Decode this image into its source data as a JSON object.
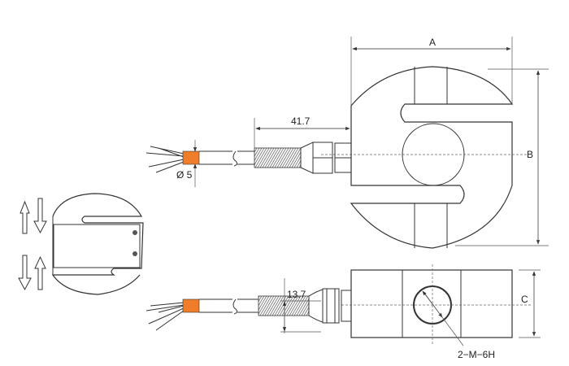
{
  "labels": {
    "dim_a": "A",
    "dim_b": "B",
    "dim_c": "C",
    "cable_length": "41.7",
    "cable_diameter": "Ø 5",
    "connector_width": "13.7",
    "thread_spec": "2−M−6H"
  },
  "colors": {
    "cable_sleeve": "#f07d2a",
    "line": "#333333"
  }
}
